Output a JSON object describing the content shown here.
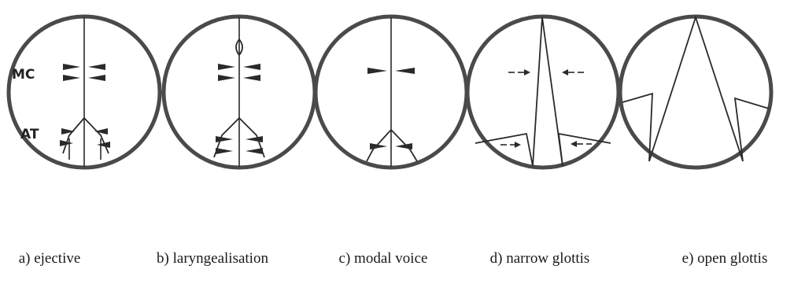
{
  "diagrams": [
    {
      "id": "a",
      "caption": "a) ejective",
      "labels": [
        "MC",
        "AT"
      ]
    },
    {
      "id": "b",
      "caption": "b) laryngealisation"
    },
    {
      "id": "c",
      "caption": "c) modal voice"
    },
    {
      "id": "d",
      "caption": "d) narrow glottis"
    },
    {
      "id": "e",
      "caption": "e) open glottis"
    }
  ]
}
